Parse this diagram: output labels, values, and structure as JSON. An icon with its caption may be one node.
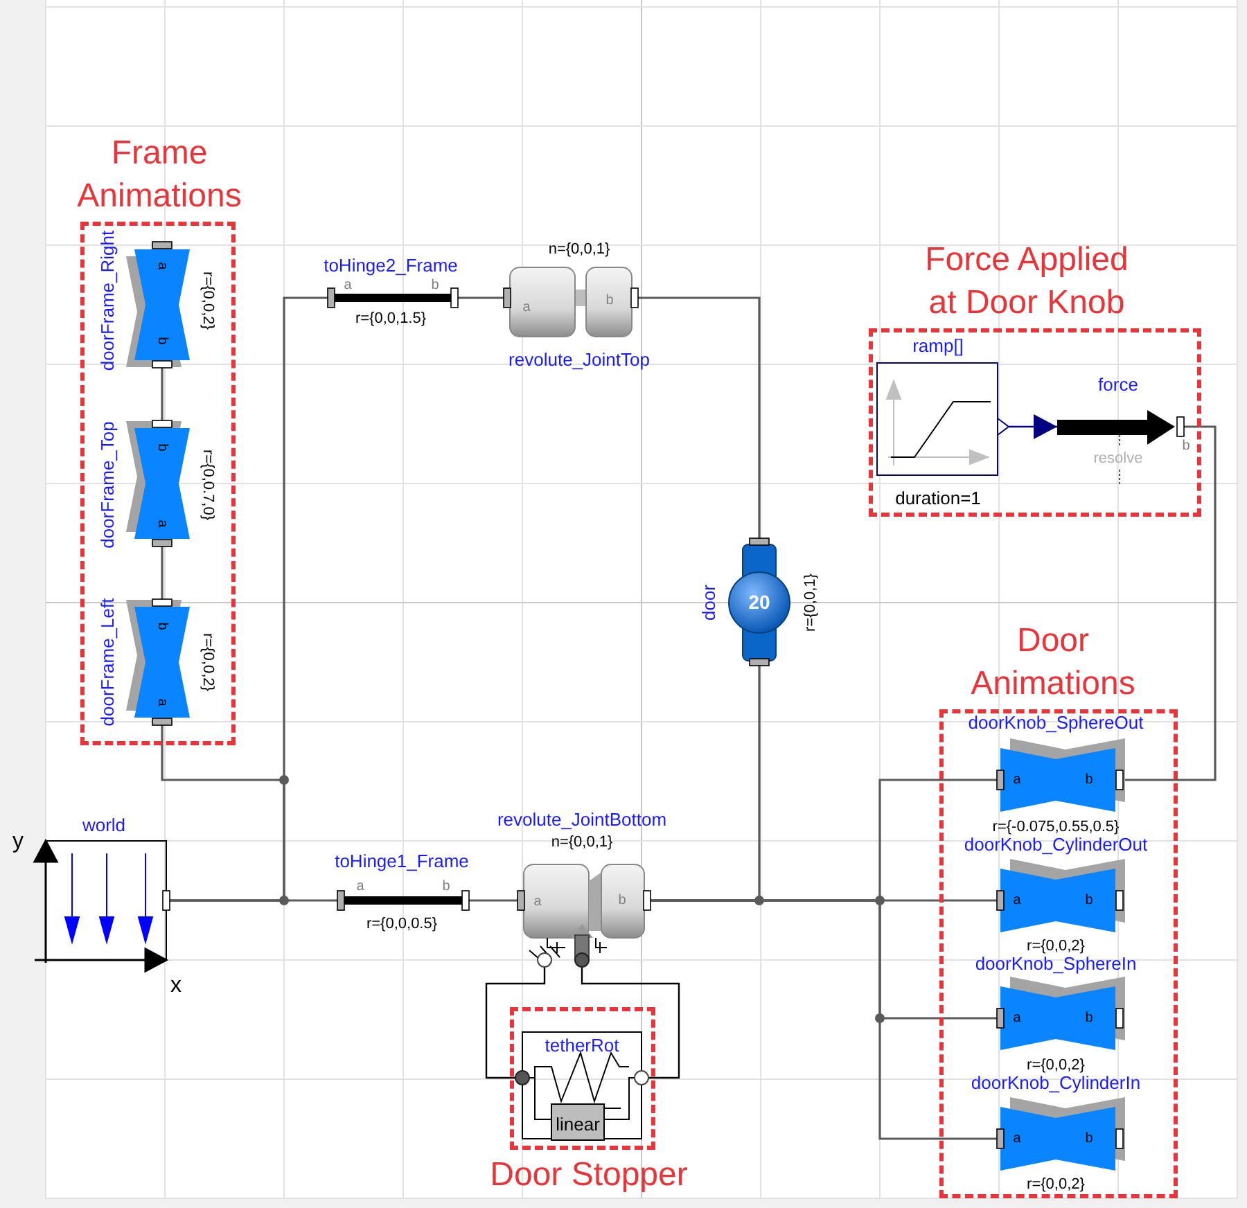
{
  "diagram": {
    "nodes": [
      {
        "text": [
          "Frame Animations"
        ]
      },
      {
        "text": [
          "doorFrame_Right",
          "a",
          "b",
          "r={0,0,2}"
        ],
        "in": 0
      },
      {
        "text": [
          "doorFrame_Top",
          "b",
          "a",
          "r={0,0.7,0}"
        ],
        "in": 0
      },
      {
        "text": [
          "doorFrame_Left",
          "b",
          "a",
          "r={0,0,2}"
        ],
        "in": 0
      },
      {
        "text": [
          "toHinge2_Frame",
          "a",
          "b",
          "r={0,0,1.5}"
        ]
      },
      {
        "text": [
          "n={0,0,1}",
          "a",
          "b",
          "revolute_JointTop"
        ]
      },
      {
        "text": [
          "Force Applied at Door Knob"
        ]
      },
      {
        "text": [
          "ramp[]",
          "duration=1"
        ],
        "in": 6
      },
      {
        "text": [
          "force",
          "b",
          "resolve"
        ],
        "in": 6
      },
      {
        "text": [
          "door",
          "20",
          "r={0,0,1}"
        ]
      },
      {
        "text": [
          "Door Animations"
        ]
      },
      {
        "text": [
          "doorKnob_SphereOut",
          "a",
          "b",
          "r={-0.075,0.55,0.5}"
        ],
        "in": 10
      },
      {
        "text": [
          "doorKnob_CylinderOut",
          "a",
          "b",
          "r={0,0,2}"
        ],
        "in": 10
      },
      {
        "text": [
          "doorKnob_SphereIn",
          "a",
          "b",
          "r={0,0,2}"
        ],
        "in": 10
      },
      {
        "text": [
          "doorKnob_CylinderIn",
          "a",
          "b",
          "r={0,0,2}"
        ],
        "in": 10
      },
      {
        "text": [
          "world",
          "y",
          "x"
        ]
      },
      {
        "text": [
          "toHinge1_Frame",
          "a",
          "b",
          "r={0,0,0.5}"
        ]
      },
      {
        "text": [
          "revolute_JointBottom",
          "n={0,0,1}",
          "a",
          "b"
        ]
      },
      {
        "text": [
          "Door Stopper"
        ]
      },
      {
        "text": [
          "tetherRot",
          "linear"
        ],
        "in": 18
      }
    ],
    "edges": [
      {
        "from": 15,
        "to": 16,
        "arrow": "none"
      },
      {
        "from": 15,
        "to": 4,
        "arrow": "none"
      },
      {
        "from": 15,
        "to": 3,
        "arrow": "none"
      },
      {
        "from": 1,
        "to": 2,
        "arrow": "none"
      },
      {
        "from": 2,
        "to": 3,
        "arrow": "none"
      },
      {
        "from": 4,
        "to": 5,
        "arrow": "none"
      },
      {
        "from": 5,
        "to": 9,
        "arrow": "none"
      },
      {
        "from": 16,
        "to": 17,
        "arrow": "none"
      },
      {
        "from": 17,
        "to": 9,
        "arrow": "none"
      },
      {
        "from": 17,
        "to": 11,
        "arrow": "none"
      },
      {
        "from": 17,
        "to": 12,
        "arrow": "none"
      },
      {
        "from": 17,
        "to": 13,
        "arrow": "none"
      },
      {
        "from": 17,
        "to": 14,
        "arrow": "none"
      },
      {
        "from": 8,
        "to": 11,
        "arrow": "none"
      },
      {
        "from": 7,
        "to": 8,
        "arrow": "to",
        "color": "#000080"
      },
      {
        "from": 17,
        "to": 19,
        "arrow": "none",
        "color": "#000000"
      },
      {
        "from": 17,
        "to": 19,
        "arrow": "none",
        "color": "#000000"
      }
    ]
  }
}
